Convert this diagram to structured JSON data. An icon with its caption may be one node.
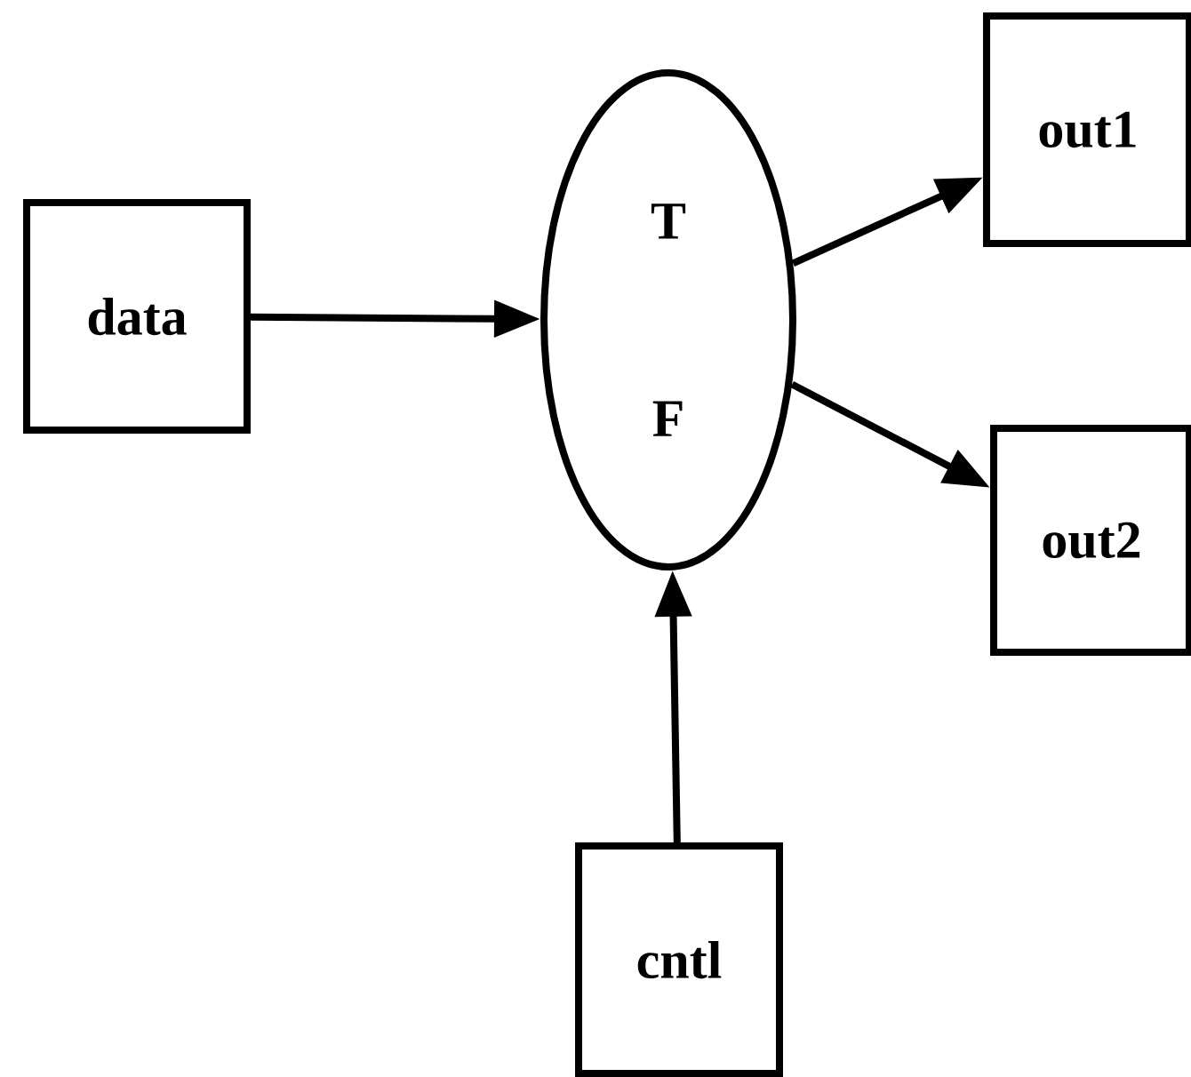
{
  "diagram": {
    "nodes": [
      {
        "text": [
          "data"
        ]
      },
      {
        "text": [
          "T",
          "F"
        ]
      },
      {
        "text": [
          "out1"
        ]
      },
      {
        "text": [
          "out2"
        ]
      },
      {
        "text": [
          "cntl"
        ]
      }
    ],
    "edges": [
      {
        "from": 0,
        "to": 1,
        "arrow": "to"
      },
      {
        "from": 1,
        "to": 2,
        "arrow": "to"
      },
      {
        "from": 1,
        "to": 3,
        "arrow": "to"
      },
      {
        "from": 4,
        "to": 1,
        "arrow": "to"
      }
    ]
  }
}
